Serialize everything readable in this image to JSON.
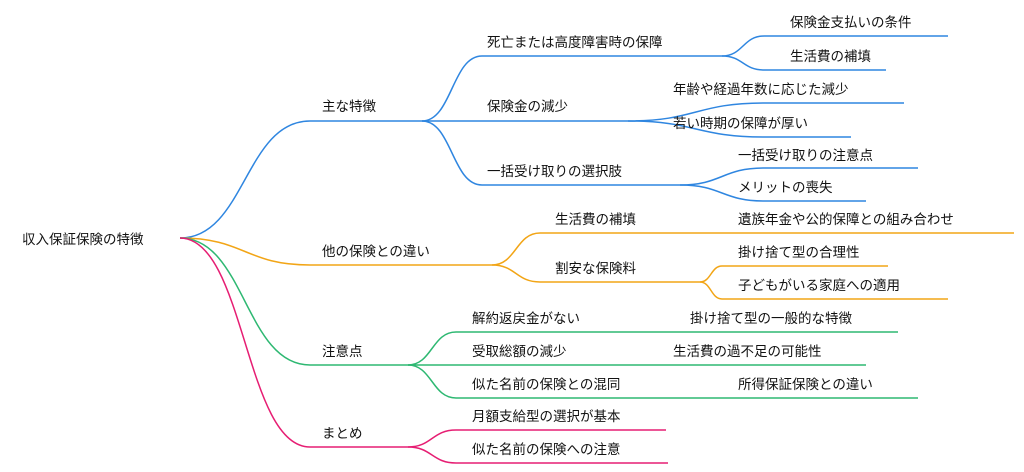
{
  "colors": {
    "blue": "#2f86e0",
    "orange": "#f2a516",
    "green": "#2eb872",
    "pink": "#e61e73"
  },
  "mindmap": {
    "root": "収入保証保険の特徴",
    "branches": [
      {
        "label": "主な特徴",
        "color": "blue",
        "children": [
          {
            "label": "死亡または高度障害時の保障",
            "children": [
              "保険金支払いの条件",
              "生活費の補填"
            ]
          },
          {
            "label": "保険金の減少",
            "children": [
              "年齢や経過年数に応じた減少",
              "若い時期の保障が厚い"
            ]
          },
          {
            "label": "一括受け取りの選択肢",
            "children": [
              "一括受け取りの注意点",
              "メリットの喪失"
            ]
          }
        ]
      },
      {
        "label": "他の保険との違い",
        "color": "orange",
        "children": [
          {
            "label": "生活費の補填",
            "children": [
              "遺族年金や公的保障との組み合わせ"
            ]
          },
          {
            "label": "割安な保険料",
            "children": [
              "掛け捨て型の合理性",
              "子どもがいる家庭への適用"
            ]
          }
        ]
      },
      {
        "label": "注意点",
        "color": "green",
        "children": [
          {
            "label": "解約返戻金がない",
            "children": [
              "掛け捨て型の一般的な特徴"
            ]
          },
          {
            "label": "受取総額の減少",
            "children": [
              "生活費の過不足の可能性"
            ]
          },
          {
            "label": "似た名前の保険との混同",
            "children": [
              "所得保証保険との違い"
            ]
          }
        ]
      },
      {
        "label": "まとめ",
        "color": "pink",
        "children": [
          {
            "label": "月額支給型の選択が基本",
            "children": []
          },
          {
            "label": "似た名前の保険への注意",
            "children": []
          }
        ]
      }
    ]
  }
}
